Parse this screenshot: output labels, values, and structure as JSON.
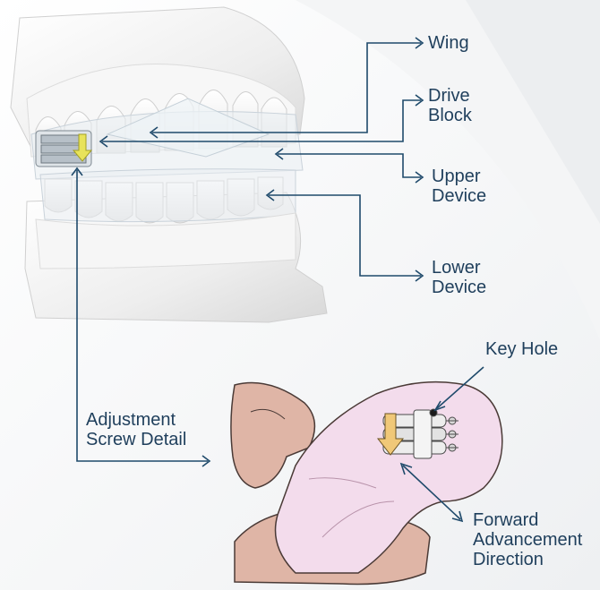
{
  "colors": {
    "callout": "#1f4a6b",
    "label_text": "#1f3f5c",
    "device_pink": "#f3dcec",
    "tooth_peach": "#dfb5a6",
    "screw_arrow": "#f0c878",
    "cast_white": "#f2f2f2"
  },
  "labels": {
    "wing": "Wing",
    "drive_block": [
      "Drive",
      "Block"
    ],
    "upper_device": [
      "Upper",
      "Device"
    ],
    "lower_device": [
      "Lower",
      "Device"
    ],
    "adjustment_screw_detail": [
      "Adjustment",
      "Screw Detail"
    ],
    "key_hole": "Key Hole",
    "forward_advancement_direction": [
      "Forward",
      "Advancement",
      "Direction"
    ]
  },
  "icons": {
    "callout_arrowhead": "chevron-right-icon",
    "screw_direction_arrow": "arrow-down-icon"
  }
}
